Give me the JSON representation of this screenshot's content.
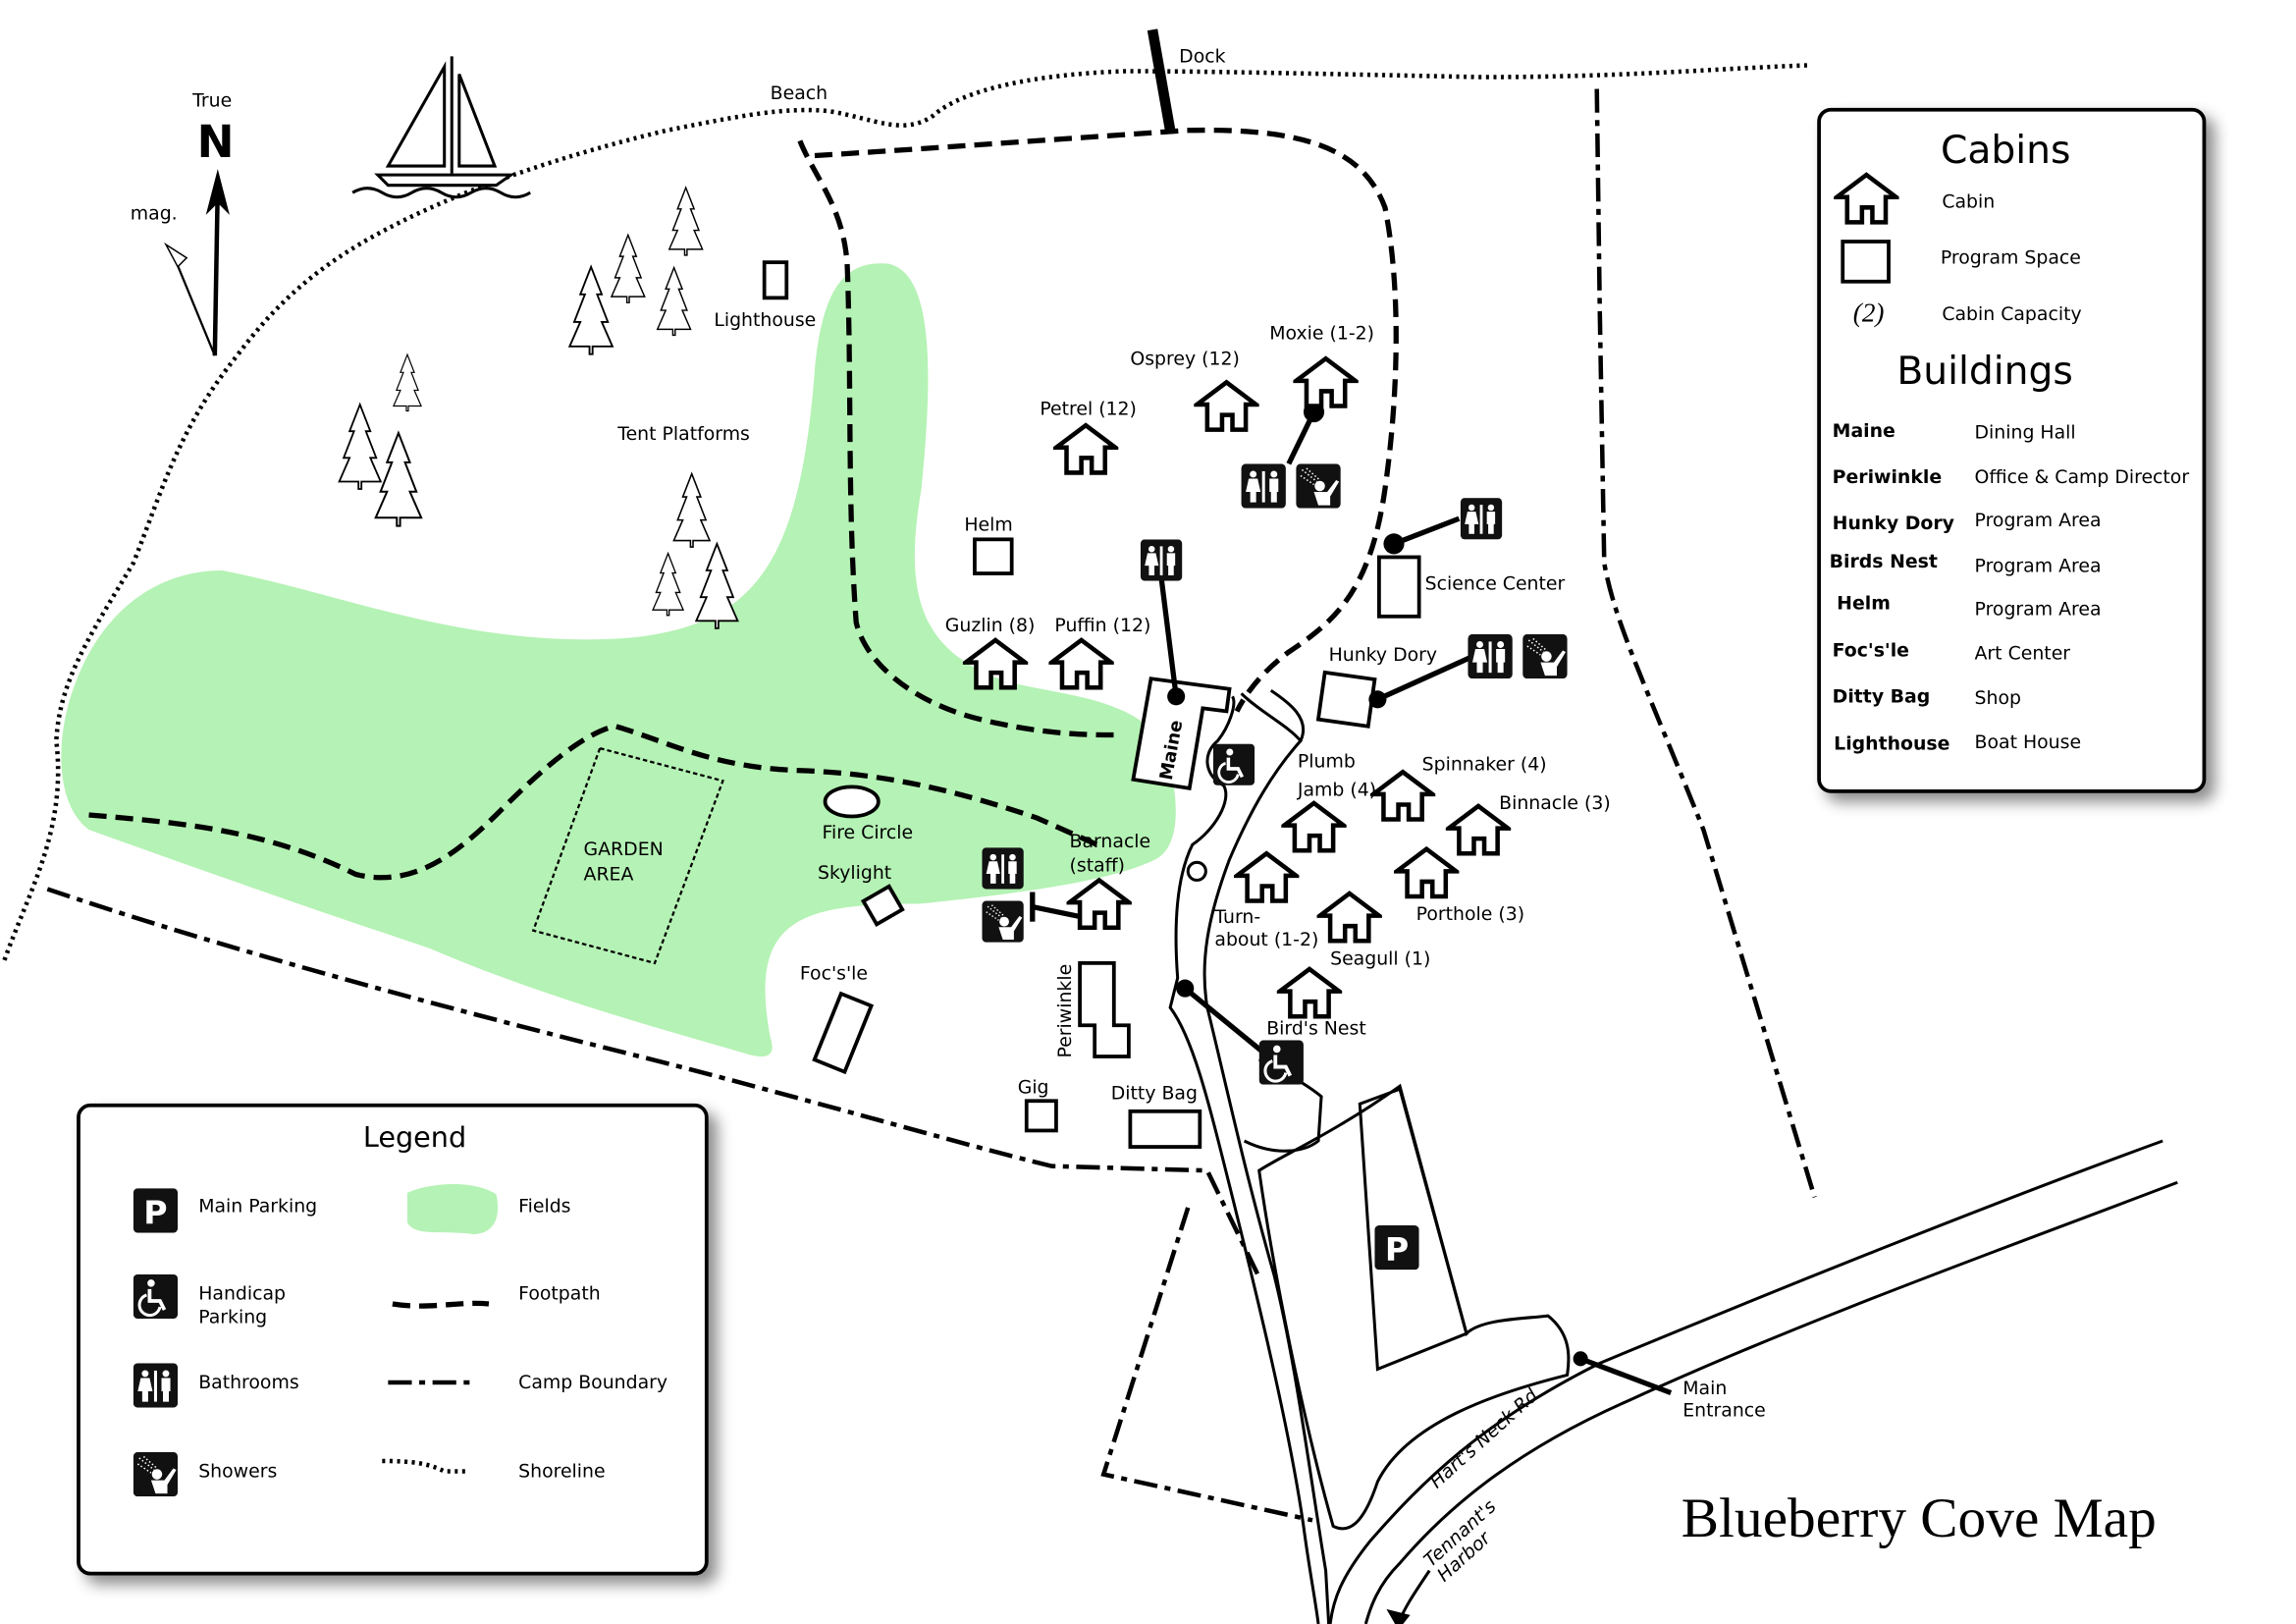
{
  "title": "Blueberry Cove Map",
  "compass": {
    "true_label": "True",
    "north_label": "N",
    "mag_label": "mag."
  },
  "colors": {
    "field": "#b5f2b5",
    "ink": "#000000",
    "panel_bg": "#ffffff"
  },
  "places": {
    "beach": "Beach",
    "dock": "Dock",
    "lighthouse": "Lighthouse",
    "tent_platforms": "Tent Platforms",
    "garden_area_line1": "GARDEN",
    "garden_area_line2": "AREA",
    "fire_circle": "Fire Circle",
    "skylight": "Skylight",
    "focsle": "Foc's'le",
    "helm": "Helm",
    "maine": "Maine",
    "periwinkle": "Periwinkle",
    "gig": "Gig",
    "ditty_bag": "Ditty Bag",
    "science_center": "Science Center",
    "hunky_dory": "Hunky Dory",
    "main_entrance_line1": "Main",
    "main_entrance_line2": "Entrance",
    "harts_neck_rd": "Hart's Neck Rd",
    "tennants_harbor_line1": "Tennant's",
    "tennants_harbor_line2": "Harbor"
  },
  "cabins": {
    "osprey": "Osprey (12)",
    "moxie": "Moxie (1-2)",
    "petrel": "Petrel (12)",
    "guzlin": "Guzlin (8)",
    "puffin": "Puffin (12)",
    "barnacle_line1": "Barnacle",
    "barnacle_line2": "(staff)",
    "plumb_jamb_line1": "Plumb",
    "plumb_jamb_line2": "Jamb (4)",
    "spinnaker": "Spinnaker (4)",
    "binnacle": "Binnacle (3)",
    "porthole": "Porthole (3)",
    "turnabout_line1": "Turn-",
    "turnabout_line2": "about (1-2)",
    "seagull": "Seagull (1)",
    "birds_nest": "Bird's Nest"
  },
  "cabins_key": {
    "title": "Cabins",
    "items": [
      "Cabin",
      "Program Space",
      "Cabin Capacity"
    ],
    "capacity_example": "(2)",
    "buildings_title": "Buildings",
    "buildings": [
      {
        "name": "Maine",
        "use": "Dining Hall"
      },
      {
        "name": "Periwinkle",
        "use": "Office & Camp Director"
      },
      {
        "name": "Hunky Dory",
        "use": "Program Area"
      },
      {
        "name": "Birds Nest",
        "use": "Program Area"
      },
      {
        "name": "Helm",
        "use": "Program Area"
      },
      {
        "name": "Foc's'le",
        "use": "Art Center"
      },
      {
        "name": "Ditty Bag",
        "use": "Shop"
      },
      {
        "name": "Lighthouse",
        "use": "Boat House"
      }
    ]
  },
  "legend": {
    "title": "Legend",
    "left": [
      {
        "icon": "parking-icon",
        "label": "Main Parking"
      },
      {
        "icon": "handicap-icon",
        "label_line1": "Handicap",
        "label_line2": "Parking"
      },
      {
        "icon": "bathroom-icon",
        "label": "Bathrooms"
      },
      {
        "icon": "shower-icon",
        "label": "Showers"
      }
    ],
    "right": [
      {
        "symbol": "field-swatch",
        "label": "Fields"
      },
      {
        "symbol": "footpath-line",
        "label": "Footpath"
      },
      {
        "symbol": "boundary-line",
        "label": "Camp Boundary"
      },
      {
        "symbol": "shoreline-line",
        "label": "Shoreline"
      }
    ]
  },
  "parking_letter": "P"
}
